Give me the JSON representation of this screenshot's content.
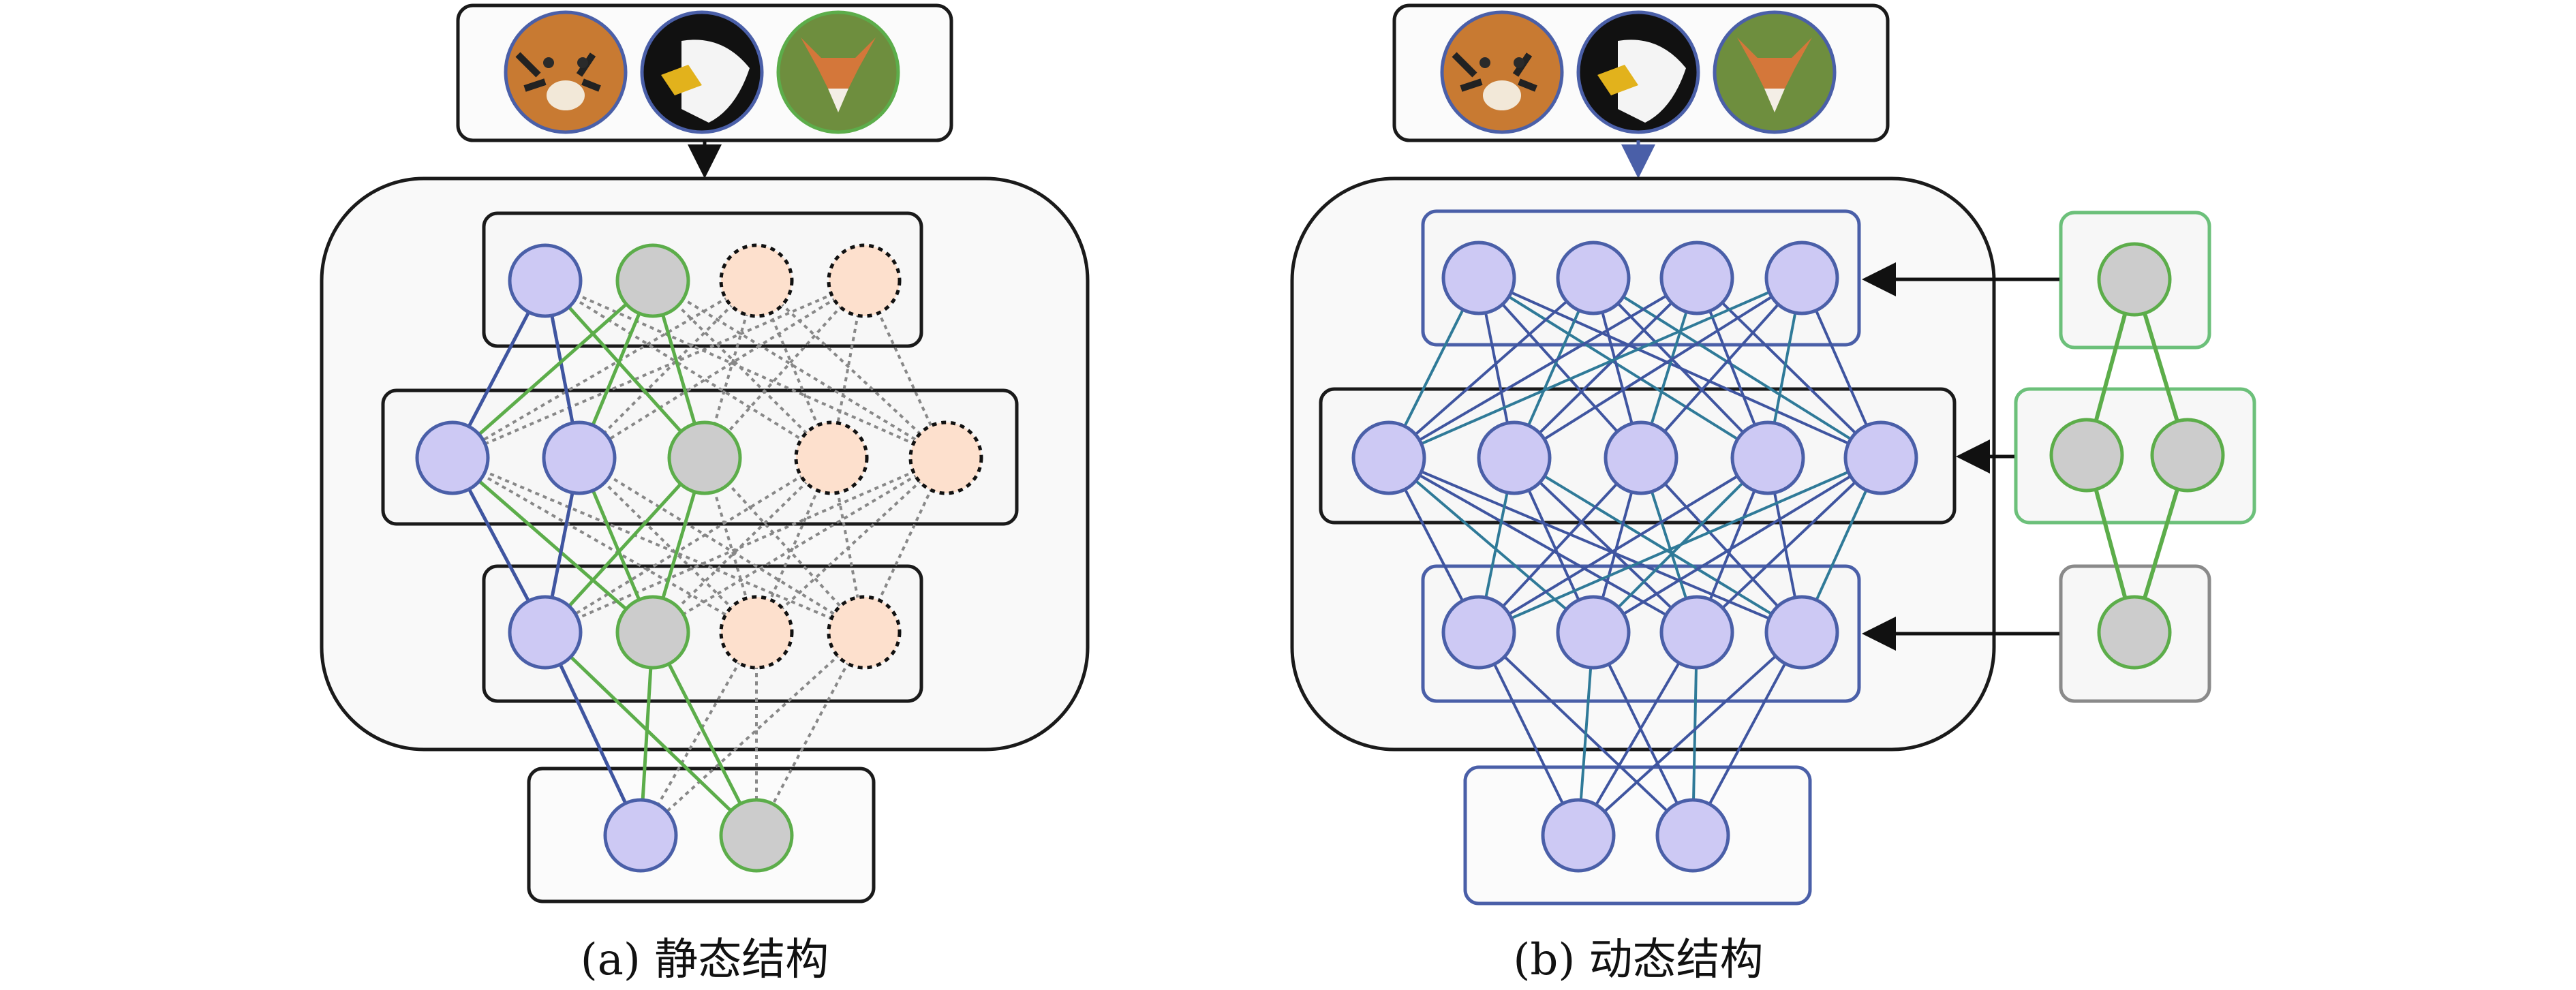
{
  "panels": [
    {
      "id": "a",
      "caption": "(a) 静态结构",
      "input_images": [
        "tiger-photo",
        "eagle-photo",
        "fox-photo"
      ]
    },
    {
      "id": "b",
      "caption": "(b) 动态结构",
      "input_images": [
        "tiger-photo",
        "eagle-photo",
        "fox-photo"
      ]
    }
  ],
  "colors": {
    "active_node": "#cdc9f4",
    "active_stroke": "#4a5fa8",
    "gated_node": "#cccccc",
    "gated_stroke": "#5cad4a",
    "inactive_node": "#fde0cd",
    "dotted_edge": "#888888",
    "green_edge": "#5cad4a",
    "blue_edge": "#3f55a0",
    "teal_edge": "#2f7a98",
    "module_box": "#1a1a1a",
    "panel_bg": "#f9f9f9"
  }
}
